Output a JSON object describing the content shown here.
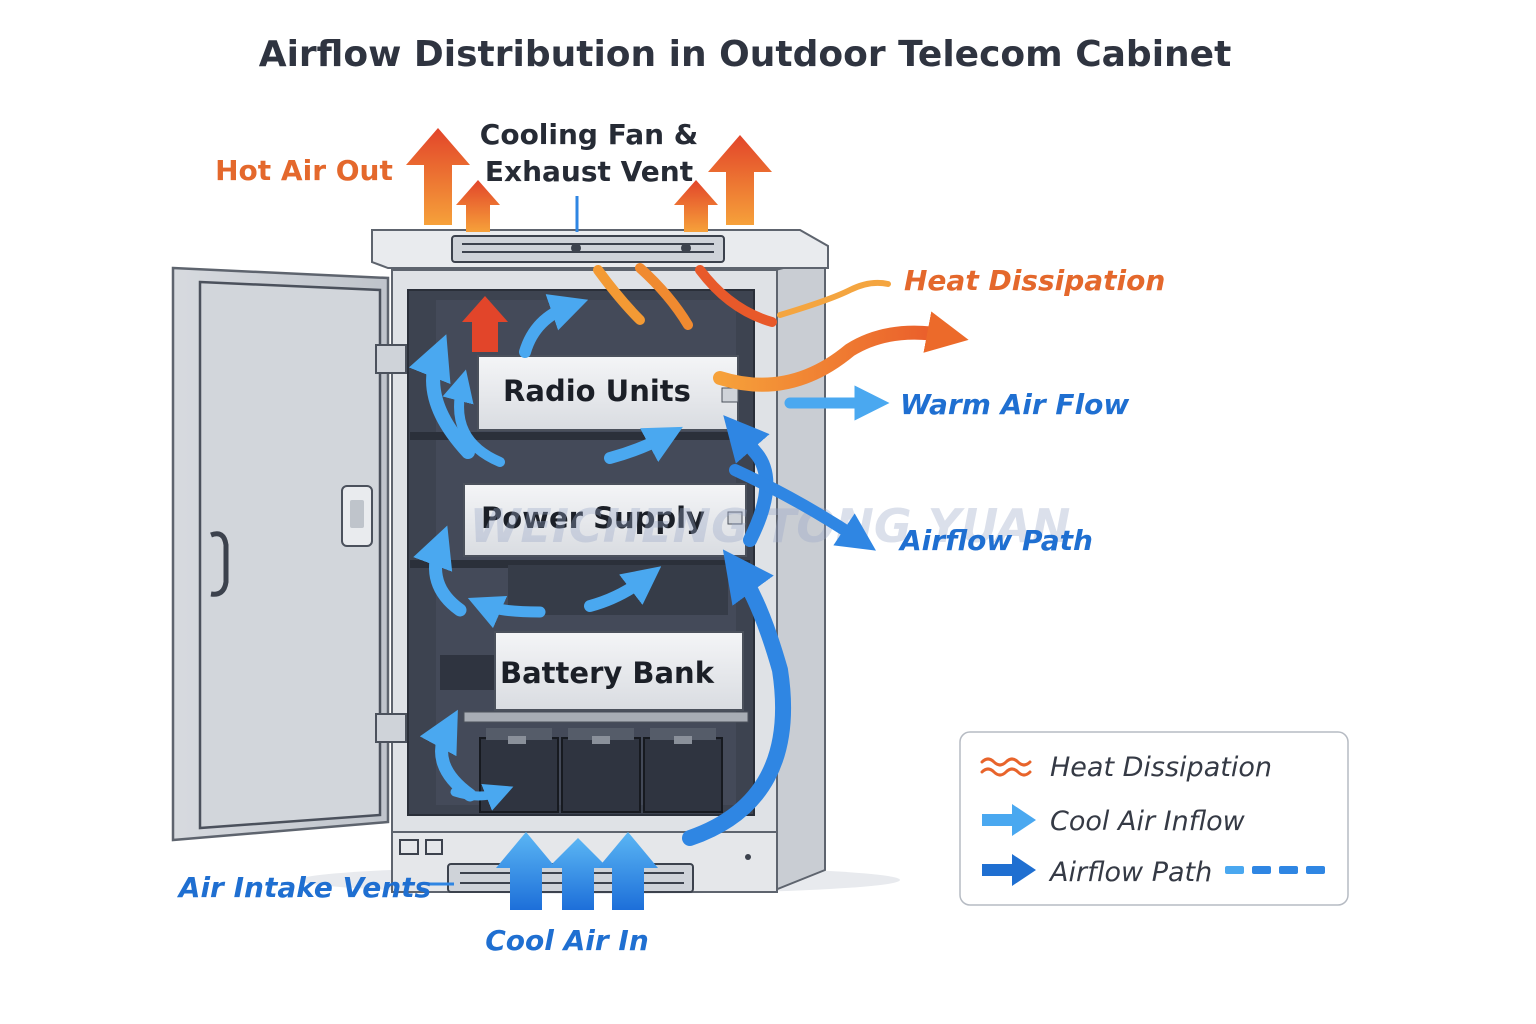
{
  "title": "Airflow Distribution in Outdoor Telecom Cabinet",
  "labels": {
    "hot_air_out": "Hot Air Out",
    "cooling_fan_line1": "Cooling Fan &",
    "cooling_fan_line2": "Exhaust Vent",
    "heat_dissipation": "Heat Dissipation",
    "warm_air_flow": "Warm Air Flow",
    "airflow_path": "Airflow Path",
    "air_intake_vents": "Air Intake Vents",
    "cool_air_in": "Cool Air In"
  },
  "components": {
    "radio_units": "Radio Units",
    "power_supply": "Power Supply",
    "battery_bank": "Battery Bank"
  },
  "legend": {
    "items": [
      {
        "icon": "heat-wave-icon",
        "label": "Heat Dissipation"
      },
      {
        "icon": "cool-arrow-icon",
        "label": "Cool Air Inflow"
      },
      {
        "icon": "airflow-arrow-icon",
        "label": "Airflow Path"
      }
    ]
  },
  "watermark": "WEICHENG TONG YUAN",
  "colors": {
    "hot": "#e4682c",
    "cool": "#4aa8f0",
    "airflow": "#1f6fd1",
    "cabinet": "#cfd3d9",
    "interior": "#3d4350"
  }
}
